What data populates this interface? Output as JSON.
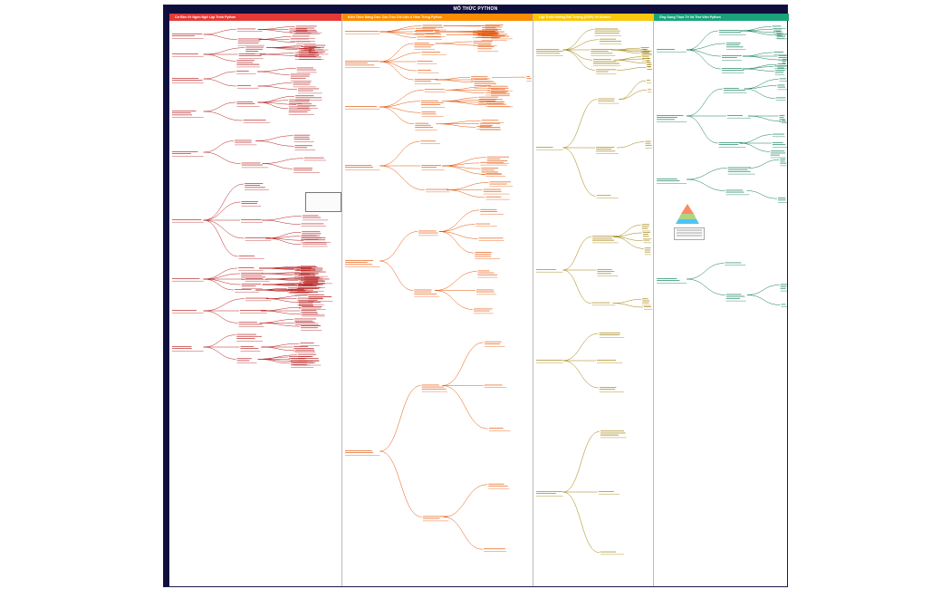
{
  "page": {
    "title": "MÔ THỨC PYTHON"
  },
  "columns": [
    {
      "id": "c1",
      "header": "Cơ Bản Về Ngôn Ngữ Lập Trình Python",
      "color": "#e53935",
      "textColor": "#b71c1c"
    },
    {
      "id": "c2",
      "header": "Kiến Thức Nâng Cao: Cấu Trúc Dữ Liệu & Hàm Trong Python",
      "color": "#fb8c00",
      "textColor": "#e65100"
    },
    {
      "id": "c3",
      "header": "Lập Trình Hướng Đối Tượng (OOP) Và Module",
      "color": "#f9c80e",
      "textColor": "#9e7d00"
    },
    {
      "id": "c4",
      "header": "Ứng Dụng Thực Tế Và Thư Viện Python",
      "color": "#1aa37a",
      "textColor": "#0b7a57"
    }
  ]
}
